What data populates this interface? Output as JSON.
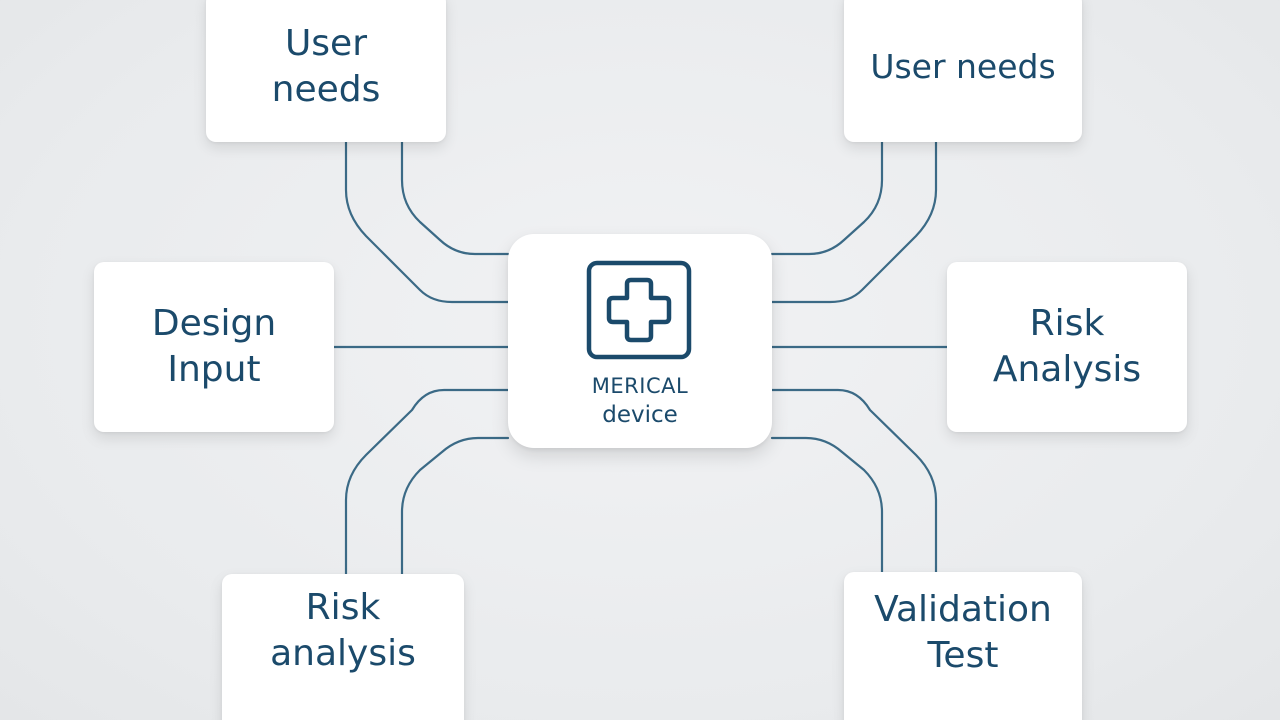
{
  "center": {
    "icon": "medical-cross-icon",
    "line1": "MERICAL",
    "line2": "device"
  },
  "nodes": {
    "user_needs_left": [
      "User",
      "needs"
    ],
    "user_needs_right": [
      "User needs"
    ],
    "design_input": [
      "Design",
      "Input"
    ],
    "risk_analysis_right": [
      "Risk",
      "Analysis"
    ],
    "risk_analysis_bottom": [
      "Risk",
      "analysis"
    ],
    "validation_test": [
      "Validation",
      "Test"
    ]
  },
  "colors": {
    "text": "#1b4a6b",
    "connector": "#3b6a86",
    "background": "#eceef0",
    "box": "#ffffff"
  }
}
